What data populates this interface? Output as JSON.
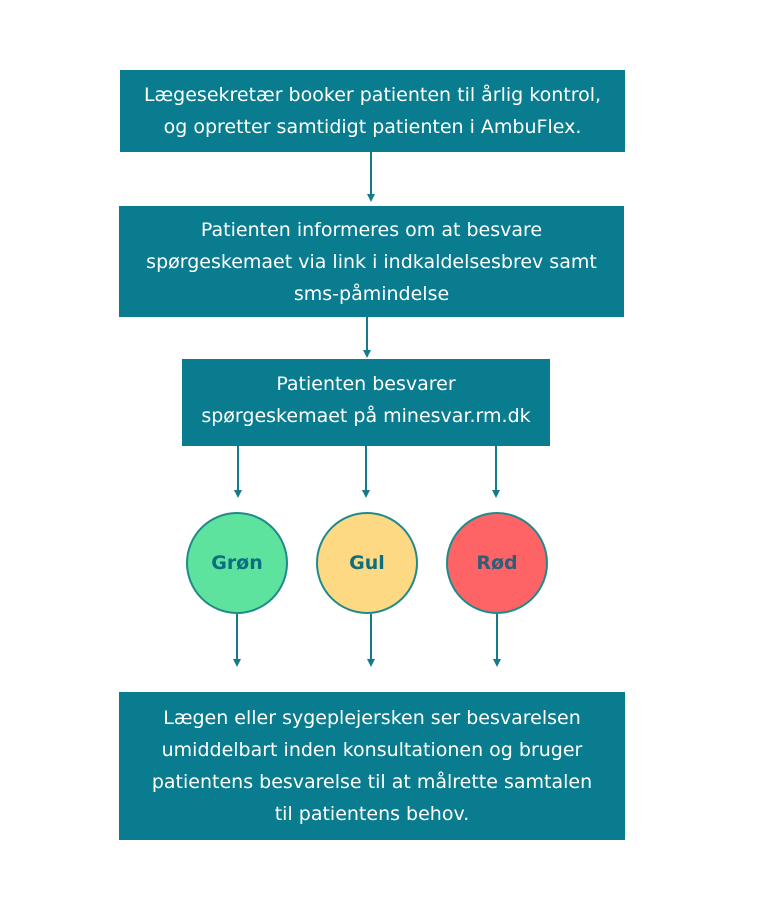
{
  "steps": {
    "booking": {
      "lines": [
        "Lægesekretær booker patienten til årlig kontrol,",
        "og opretter samtidigt patienten i AmbuFlex."
      ]
    },
    "inform": {
      "lines": [
        "Patienten informeres om at besvare",
        "spørgeskemaet via link i indkaldelsesbrev samt",
        "sms-påmindelse"
      ]
    },
    "answer": {
      "lines": [
        "Patienten besvarer",
        "spørgeskemaet på minesvar.rm.dk"
      ]
    },
    "review": {
      "lines": [
        "Lægen eller sygeplejersken ser besvarelsen",
        "umiddelbart inden konsultationen og bruger",
        "patientens besvarelse til at målrette samtalen",
        "til patientens behov."
      ]
    }
  },
  "status": {
    "green": {
      "label": "Grøn",
      "color": "#5ee39e"
    },
    "yellow": {
      "label": "Gul",
      "color": "#fdd984"
    },
    "red": {
      "label": "Rød",
      "color": "#fe6465"
    }
  },
  "colors": {
    "box": "#097c8f",
    "arrow": "#147a8c",
    "text": "#ffffff"
  }
}
